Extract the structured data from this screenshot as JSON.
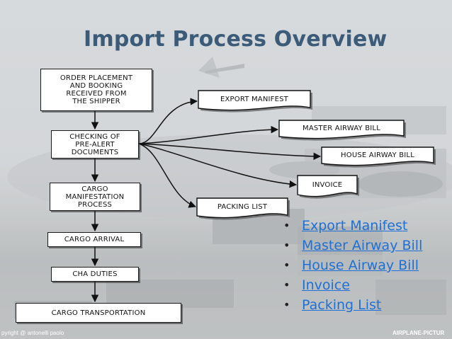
{
  "title": "Import Process Overview",
  "process_steps": [
    {
      "id": "order",
      "lines": [
        "ORDER PLACEMENT",
        "AND BOOKING",
        "RECEIVED FROM",
        "THE SHIPPER"
      ]
    },
    {
      "id": "checking",
      "lines": [
        "CHECKING OF",
        "PRE-ALERT",
        "DOCUMENTS"
      ]
    },
    {
      "id": "manifestation",
      "lines": [
        "CARGO",
        "MANIFESTATION",
        "PROCESS"
      ]
    },
    {
      "id": "arrival",
      "lines": [
        "CARGO ARRIVAL"
      ]
    },
    {
      "id": "cha",
      "lines": [
        "CHA DUTIES"
      ]
    },
    {
      "id": "transport",
      "lines": [
        "CARGO TRANSPORTATION"
      ]
    }
  ],
  "documents": [
    {
      "id": "export-manifest",
      "label": "EXPORT MANIFEST"
    },
    {
      "id": "master-airway-bill",
      "label": "MASTER AIRWAY BILL"
    },
    {
      "id": "house-airway-bill",
      "label": "HOUSE AIRWAY BILL"
    },
    {
      "id": "invoice",
      "label": "INVOICE"
    },
    {
      "id": "packing-list",
      "label": "PACKING LIST"
    }
  ],
  "bullets": [
    "Export Manifest",
    "Master Airway Bill",
    "House Airway Bill",
    "Invoice",
    "Packing List"
  ],
  "bullet_glyph": "•",
  "watermark_left": "pyright @ antonelli paolo",
  "watermark_right": "AIRPLANE-PICTUR",
  "colors": {
    "title": "#3b5b78",
    "link": "#1e6fd6",
    "box_border": "#1a1a1a"
  }
}
